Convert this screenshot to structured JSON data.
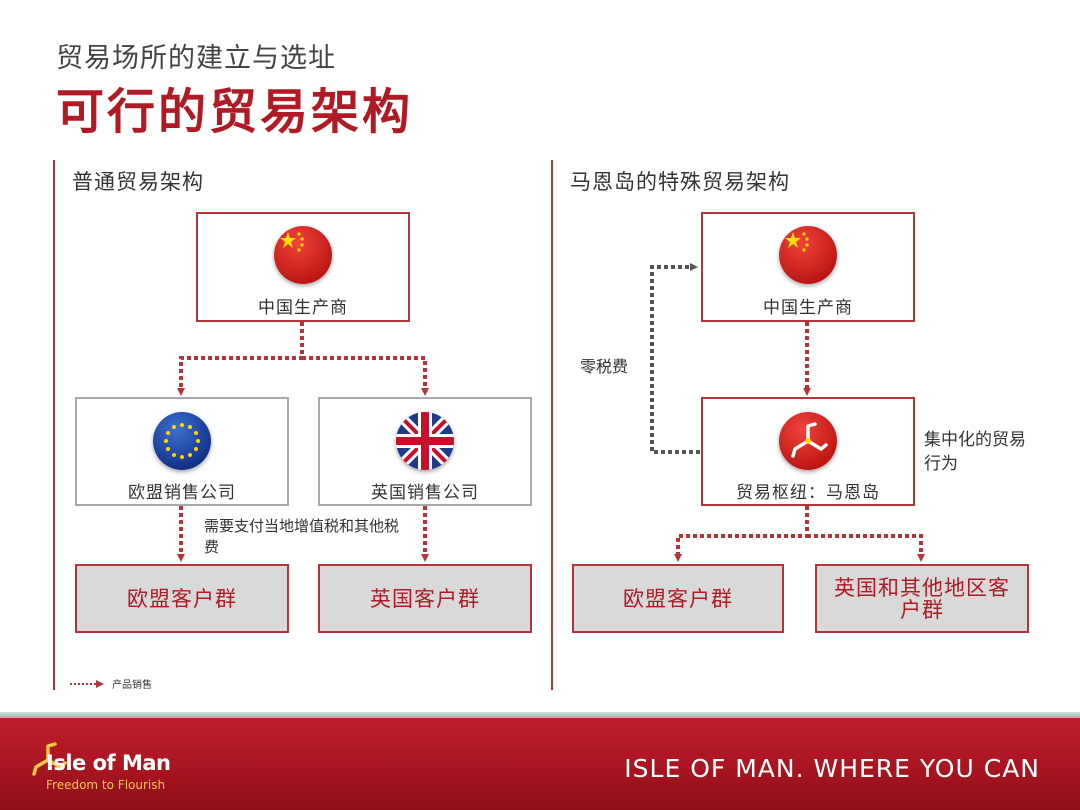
{
  "header": {
    "subtitle": "贸易场所的建立与选址",
    "title": "可行的贸易架构"
  },
  "left_section": {
    "title": "普通贸易架构",
    "producer_label": "中国生产商",
    "eu_company_label": "欧盟销售公司",
    "uk_company_label": "英国销售公司",
    "tax_note": "需要支付当地增值税和其他税费",
    "eu_customers": "欧盟客户群",
    "uk_customers": "英国客户群"
  },
  "right_section": {
    "title": "马恩岛的特殊贸易架构",
    "producer_label": "中国生产商",
    "hub_label": "贸易枢纽：马恩岛",
    "zero_tax_note": "零税费",
    "centralized_note": "集中化的贸易行为",
    "eu_customers": "欧盟客户群",
    "uk_other_customers": "英国和其他地区客户群"
  },
  "legend": {
    "label": "产品销售"
  },
  "footer": {
    "logo_name": "Isle of Man",
    "logo_tagline": "Freedom to Flourish",
    "slogan": "ISLE OF MAN. WHERE YOU CAN"
  },
  "colors": {
    "accent_red": "#b01a24",
    "line_red": "#b5343a",
    "arrow_grey": "#555555",
    "customer_fill": "#d9d9d9"
  },
  "icons": [
    "china-flag-icon",
    "eu-flag-icon",
    "uk-flag-icon",
    "isle-of-man-triskelion-icon",
    "isle-of-man-logo-icon"
  ]
}
